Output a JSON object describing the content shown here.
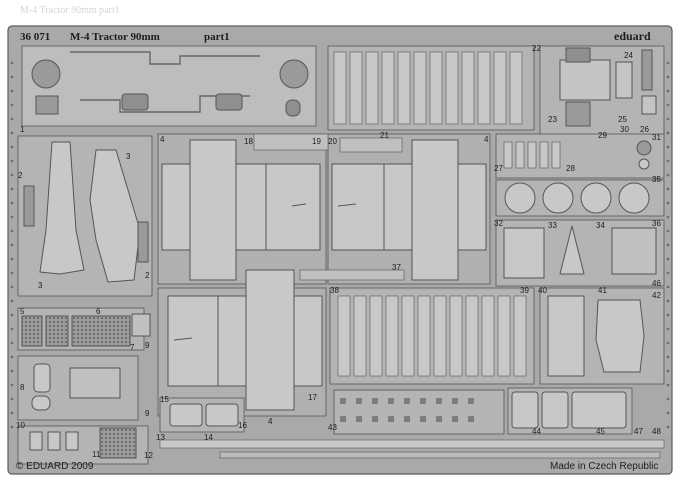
{
  "header": {
    "code": "36 071",
    "title": "M-4 Tractor 90mm",
    "part": "part1",
    "brand": "eduard",
    "ghost_text": "M-4 Tractor 90mm part1"
  },
  "footer": {
    "copyright": "© EDUARD 2009",
    "origin": "Made in Czech Republic"
  },
  "part_numbers": [
    "1",
    "2",
    "2",
    "3",
    "3",
    "4",
    "4",
    "4",
    "5",
    "6",
    "7",
    "8",
    "9",
    "9",
    "10",
    "11",
    "12",
    "13",
    "14",
    "15",
    "16",
    "17",
    "18",
    "19",
    "20",
    "21",
    "22",
    "23",
    "24",
    "25",
    "26",
    "27",
    "28",
    "29",
    "30",
    "31",
    "32",
    "33",
    "34",
    "35",
    "36",
    "37",
    "38",
    "39",
    "40",
    "41",
    "42",
    "43",
    "44",
    "45",
    "46",
    "47",
    "48"
  ],
  "colors": {
    "fret": "#a9a9a9",
    "fret_edge": "#5c5c5c",
    "part_light": "#bdbdbd",
    "part_dark": "#7d7d7d",
    "text": "#1e1e1e"
  }
}
